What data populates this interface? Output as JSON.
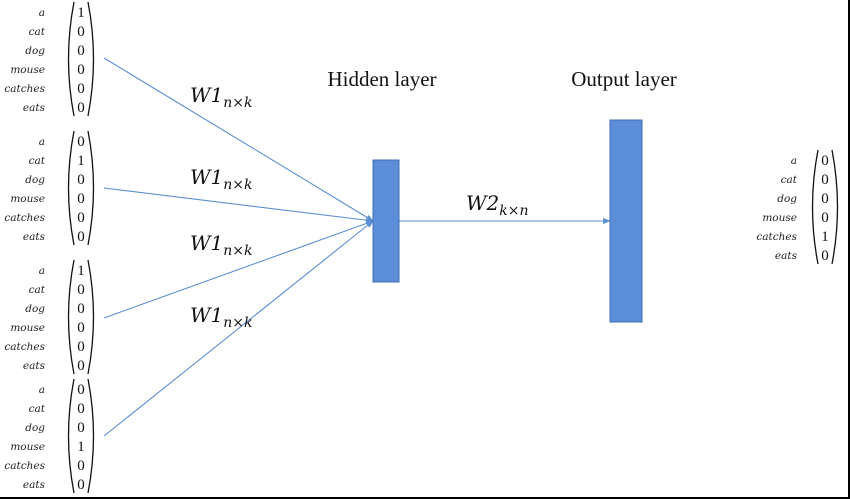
{
  "vocabulary": [
    "a",
    "cat",
    "dog",
    "mouse",
    "catches",
    "eats"
  ],
  "input_vectors": [
    [
      1,
      0,
      0,
      0,
      0,
      0
    ],
    [
      0,
      1,
      0,
      0,
      0,
      0
    ],
    [
      1,
      0,
      0,
      0,
      0,
      0
    ],
    [
      0,
      0,
      0,
      1,
      0,
      0
    ]
  ],
  "output_vector": [
    0,
    0,
    0,
    0,
    1,
    0
  ],
  "hidden_layer_label": "Hidden layer",
  "output_layer_label": "Output layer",
  "input_weights": [
    {
      "name": "W1",
      "sub": "n×k"
    },
    {
      "name": "W1",
      "sub": "n×k"
    },
    {
      "name": "W1",
      "sub": "n×k"
    },
    {
      "name": "W1",
      "sub": "n×k"
    }
  ],
  "output_weight": {
    "name": "W2",
    "sub": "k×n"
  },
  "colors": {
    "layer_fill": "#5b8dd9",
    "layer_stroke": "#3d6db3",
    "edge": "#5b8fd4"
  }
}
